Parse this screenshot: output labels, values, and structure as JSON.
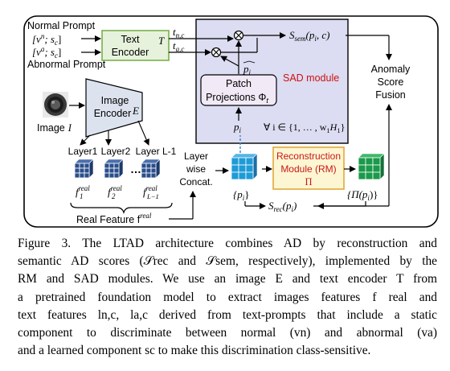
{
  "diagram": {
    "normal_prompt_label": "Normal Prompt",
    "abnormal_prompt_label": "Abnormal Prompt",
    "normal_prompt_input": "[v",
    "normal_prompt_sup": "n",
    "normal_prompt_rest": "; s",
    "normal_prompt_sub": "c",
    "normal_prompt_close": "]",
    "abnormal_prompt_input": "[v",
    "abnormal_prompt_sup": "a",
    "abnormal_prompt_rest": "; s",
    "abnormal_prompt_sub": "c",
    "abnormal_prompt_close": "]",
    "text_encoder_line1": "Text",
    "text_encoder_line2": "Encoder",
    "text_encoder_symbol": "T",
    "t_n_label": "t",
    "t_n_sub": "n,c",
    "t_a_label": "t",
    "t_a_sub": "a,c",
    "s_sem_label": "S",
    "s_sem_sub": "sem",
    "s_sem_args": "(p",
    "s_sem_args_sub": "i",
    "s_sem_args_close": ", c)",
    "p_hat_label": "p",
    "p_hat_sub": "i",
    "sad_module_label": "SAD module",
    "anomaly_fusion_line1": "Anomaly",
    "anomaly_fusion_line2": "Score",
    "anomaly_fusion_line3": "Fusion",
    "patch_proj_line1": "Patch",
    "patch_proj_line2": "Projections Φ",
    "patch_proj_sub": "t",
    "p_i_label": "p",
    "p_i_sub": "i",
    "forall_label": "∀ i ∈ {1, … , w",
    "forall_w_sub": "1",
    "forall_h": "H",
    "forall_h_sub": "1",
    "forall_close": "}",
    "image_encoder_line1": "Image",
    "image_encoder_line2": "Encoder",
    "image_encoder_symbol": "E",
    "image_label": "Image",
    "image_symbol": "I",
    "layer1_label": "Layer1",
    "layer2_label": "Layer2",
    "layer_l1_label": "Layer L-1",
    "ellipsis": "…",
    "f1_label": "f",
    "f1_sup": "real",
    "f1_sub": "1",
    "f2_label": "f",
    "f2_sup": "real",
    "f2_sub": "2",
    "fl1_label": "f",
    "fl1_sup": "real",
    "fl1_sub": "L−1",
    "real_feature_label": "Real Feature f",
    "real_feature_sup": "real",
    "layerwise_line1": "Layer",
    "layerwise_line2": "wise",
    "layerwise_line3": "Concat.",
    "pi_set_label": "{p",
    "pi_set_sub": "i",
    "pi_set_close": "}",
    "recon_line1": "Reconstruction",
    "recon_line2": "Module (RM)",
    "recon_line3": "Π",
    "pi_pi_set_label": "{Π(p",
    "pi_pi_set_sub": "i",
    "pi_pi_set_close": ")}",
    "s_rec_label": "S",
    "s_rec_sub": "rec",
    "s_rec_args": "(p",
    "s_rec_args_sub": "i",
    "s_rec_args_close": ")"
  },
  "colors": {
    "sad_box_fill": "#dcdcf2",
    "sad_label": "#cc1111",
    "encoder_fill": "#e6f2dc",
    "encoder_stroke": "#7ab04c",
    "image_encoder_fill": "#dce3ef",
    "patch_proj_fill": "#f1e9f6",
    "recon_fill": "#fdf6d2",
    "recon_stroke": "#e3a83a",
    "recon_text": "#c81818",
    "grid_blue": "#2b4f8c",
    "grid_teal": "#1e9bd7",
    "grid_green": "#1a9a4a",
    "dashed_line": "#3d7fd0"
  },
  "caption": {
    "lines": [
      "Figure 3. The  LTAD architecture combines AD by reconstruction and",
      "semantic AD scores (𝒮rec and 𝒮sem, respectively), implemented by the",
      "RM and SAD modules. We use an image E and text encoder T from",
      "a pretrained foundation model to extract images features f real and",
      "text features ln,c, la,c derived from text-prompts that include a static",
      "component to discriminate between normal (vn) and abnormal (va)",
      "and a learned component sc to make this discrimination class-sensitive."
    ]
  }
}
